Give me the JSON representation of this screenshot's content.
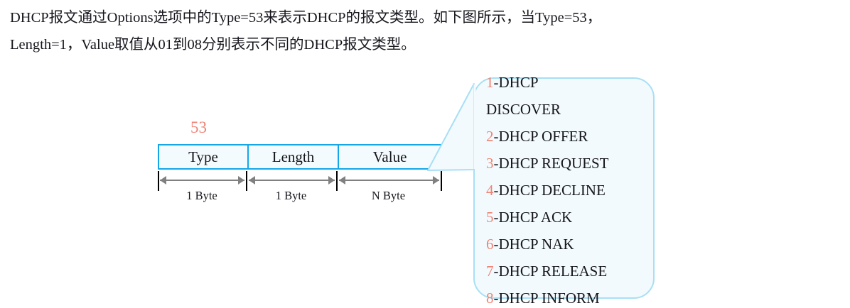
{
  "paragraph": {
    "line1": "DHCP报文通过Options选项中的Type=53来表示DHCP的报文类型。如下图所示，当Type=53，",
    "line2": "Length=1，Value取值从01到08分别表示不同的DHCP报文类型。"
  },
  "diagram": {
    "type_value_annotation": "53",
    "tlv": {
      "cells": [
        {
          "label": "Type",
          "size": "1 Byte"
        },
        {
          "label": "Length",
          "size": "1 Byte"
        },
        {
          "label": "Value",
          "size": "N Byte"
        }
      ]
    },
    "callout": {
      "items": [
        {
          "num": "1",
          "sep": "-",
          "text": "DHCP"
        },
        {
          "num": "",
          "sep": "",
          "text": "DISCOVER"
        },
        {
          "num": "2",
          "sep": "-",
          "text": "DHCP OFFER"
        },
        {
          "num": "3",
          "sep": "-",
          "text": "DHCP REQUEST"
        },
        {
          "num": "4",
          "sep": "-",
          "text": "DHCP DECLINE"
        },
        {
          "num": "5",
          "sep": "-",
          "text": "DHCP ACK"
        },
        {
          "num": "6",
          "sep": "-",
          "text": "DHCP NAK"
        },
        {
          "num": "7",
          "sep": "-",
          "text": "DHCP RELEASE"
        },
        {
          "num": "8",
          "sep": "-",
          "text": "DHCP INFORM"
        }
      ]
    }
  },
  "colors": {
    "accent_border": "#14a7e8",
    "cell_fill": "#f4fbfe",
    "bubble_fill": "#f2fafd",
    "bubble_stroke": "#a8dff5",
    "number_red": "#f08273",
    "dimension_gray": "#808080",
    "text": "#16161d"
  }
}
